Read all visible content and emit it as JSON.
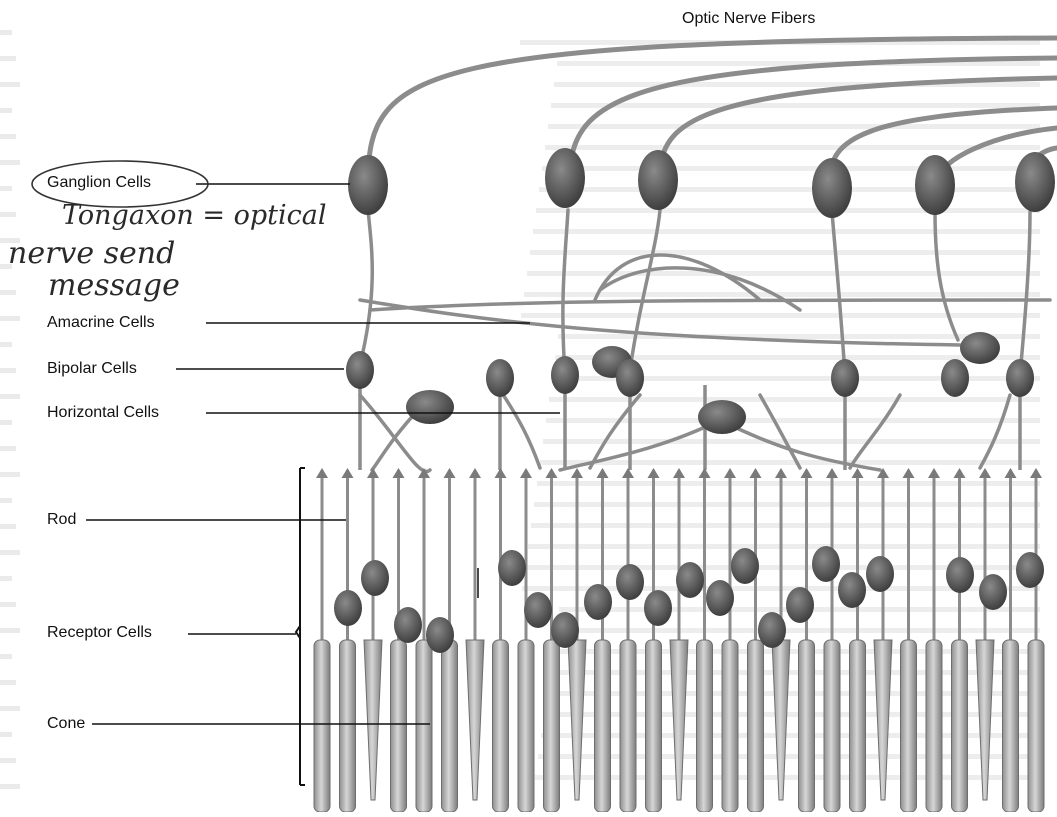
{
  "title": "Optic Nerve Fibers",
  "labels": {
    "ganglion": "Ganglion Cells",
    "amacrine": "Amacrine Cells",
    "bipolar": "Bipolar Cells",
    "horizontal": "Horizontal Cells",
    "rod": "Rod",
    "receptor": "Receptor Cells",
    "cone": "Cone"
  },
  "annotation": {
    "line1": "Tongaxon = optical",
    "line2": "nerve send",
    "line3": "message"
  },
  "colors": {
    "cell_fill": "#5a5a5a",
    "process": "#8c8c8c",
    "rod_fill": "#b5b5b5",
    "background_text": "#d6d6d6"
  }
}
